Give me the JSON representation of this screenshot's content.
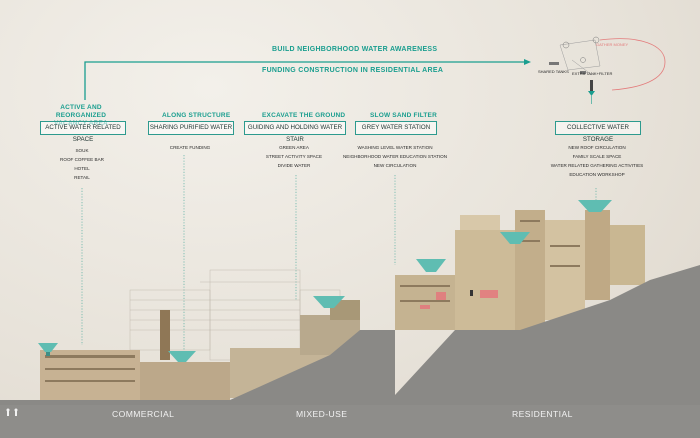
{
  "banner": {
    "line1": "BUILD NEIGHBORHOOD WATER AWARENESS",
    "line2": "FUNDING CONSTRUCTION IN RESIDENTIAL AREA"
  },
  "columns": [
    {
      "header": "ACTIVE AND REORGANIZED VACANCY AREA",
      "box": "ACTIVE WATER RELATED SPACE",
      "items": [
        "SOUK",
        "ROOF COFFEE BAR",
        "HOTEL",
        "RETAIL"
      ]
    },
    {
      "header": "ALONG STRUCTURE",
      "box": "SHARING PURIFIED WATER",
      "items": [
        "CREATE FUNDING"
      ]
    },
    {
      "header": "EXCAVATE THE GROUND",
      "box": "GUIDING AND HOLDING WATER STAIR",
      "items": [
        "GREEN AREA",
        "STREET ACTIVITY SPACE",
        "DIVIDE WATER"
      ]
    },
    {
      "header": "SLOW SAND FILTER",
      "box": "GREY WATER STATION",
      "items": [
        "WASHING LEVEL WATER STATION",
        "NEIGHBORHOOD WATER EDUCATION STATION",
        "NEW CIRCULATION"
      ]
    },
    {
      "header": "",
      "box": "COLLECTIVE WATER STORAGE",
      "items": [
        "NEW ROOF CIRCULATION",
        "FAMILY SCALE SPACE",
        "WATER RELATED GATHERING ACTIVITIES",
        "EDUCATION WORKSHOP"
      ]
    }
  ],
  "inset": {
    "gather": "GATHER MONEY",
    "shared": "SHARED TANKS",
    "extra": "EXTRA TANK+FILTER"
  },
  "zones": [
    "COMMERCIAL",
    "MIXED-USE",
    "RESIDENTIAL"
  ],
  "colors": {
    "accent": "#1a9e8f",
    "tank": "#5fbdb2",
    "ground": "#8a8986",
    "building": "#c9b89c",
    "highlight": "#e8707a"
  }
}
